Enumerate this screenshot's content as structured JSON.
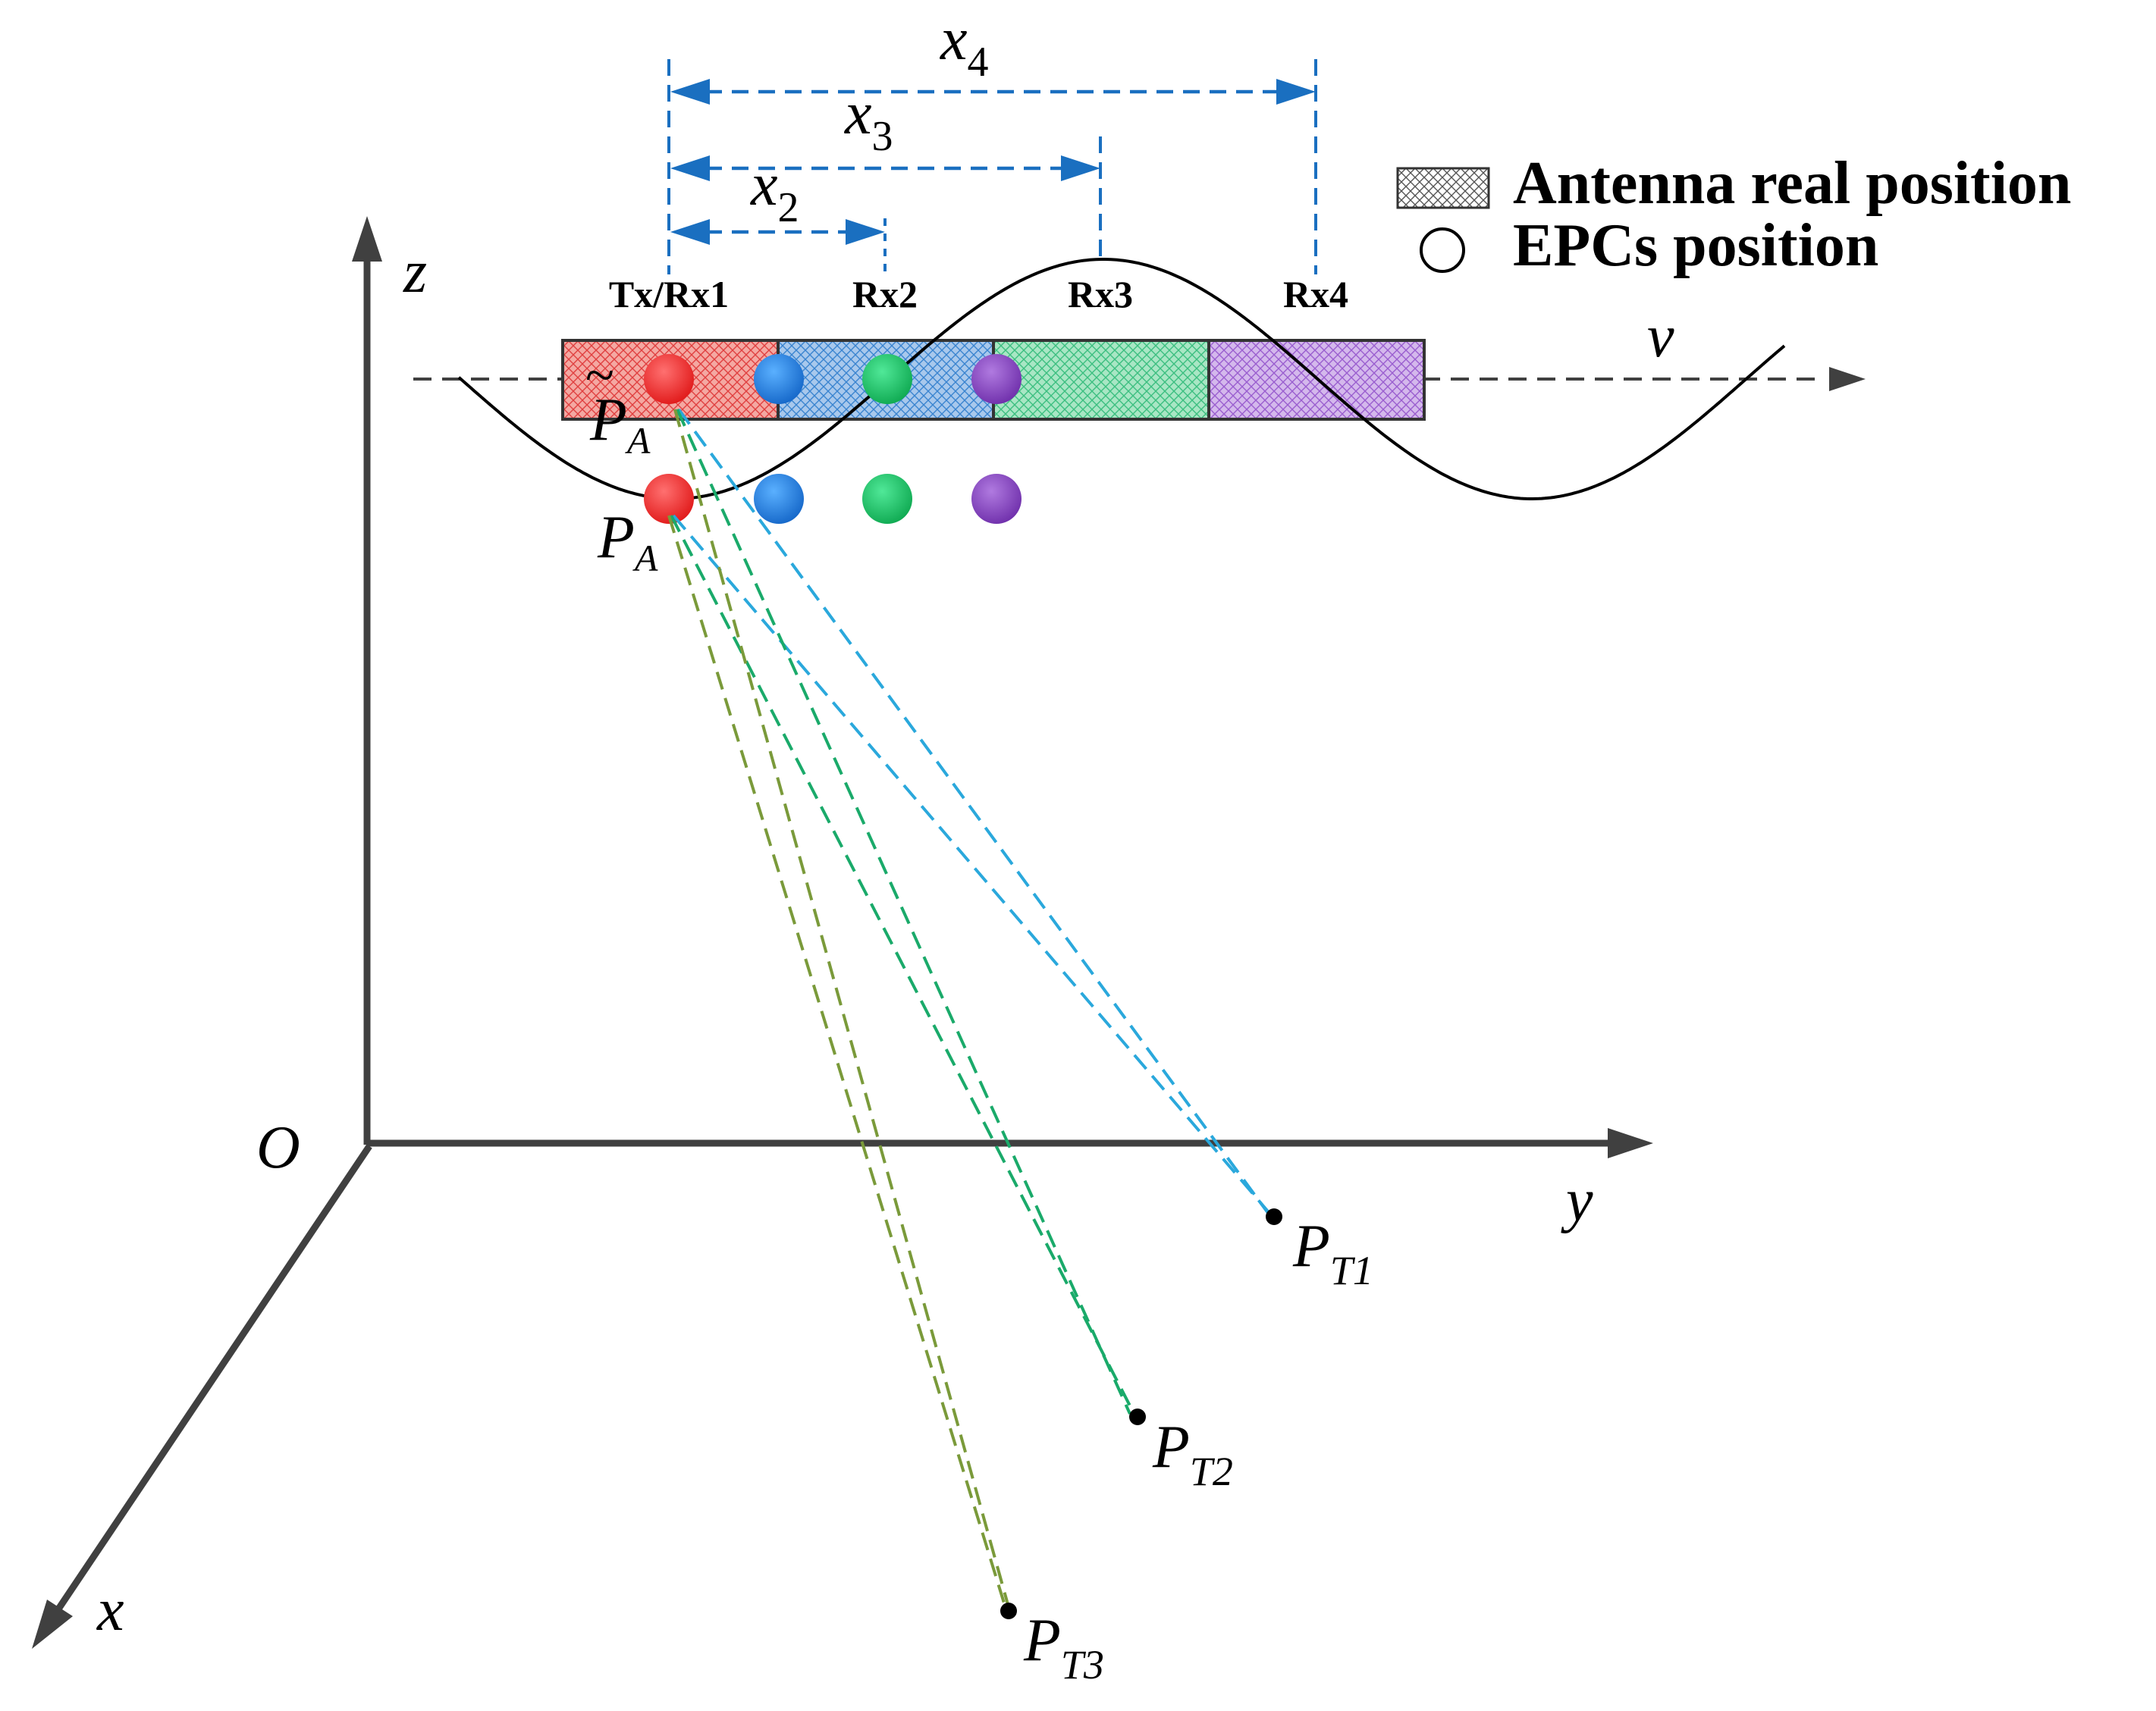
{
  "axes": {
    "z_label": "z",
    "y_label": "y",
    "x_label": "x",
    "origin_label": "O",
    "velocity_label": "v"
  },
  "distances": [
    {
      "base": "x",
      "sub": "2"
    },
    {
      "base": "x",
      "sub": "3"
    },
    {
      "base": "x",
      "sub": "4"
    }
  ],
  "legend": {
    "antenna_label": "Antenna real position",
    "epc_label": "EPCs position"
  },
  "antennas": [
    {
      "label": "Tx/Rx1",
      "color": "#e8504f"
    },
    {
      "label": "Rx2",
      "color": "#1f7fd0"
    },
    {
      "label": "Rx3",
      "color": "#1fb86b"
    },
    {
      "label": "Rx4",
      "color": "#8a48c0"
    }
  ],
  "points": {
    "pa_tilde": {
      "base": "P",
      "sub": "A",
      "accent": "~"
    },
    "pa": {
      "base": "P",
      "sub": "A"
    },
    "targets": [
      {
        "base": "P",
        "sub": "T1"
      },
      {
        "base": "P",
        "sub": "T2"
      },
      {
        "base": "P",
        "sub": "T3"
      }
    ]
  },
  "colors": {
    "axis": "#404040",
    "dim_arrow": "#1a6fc0",
    "ray_t1": "#2aa8dc",
    "ray_t2": "#1aaa6a",
    "ray_t3": "#7a9a3a",
    "epc_red": "#ee2a2a",
    "epc_blue": "#1f7fd8",
    "epc_green": "#18c060",
    "epc_purple": "#8a48c0"
  }
}
